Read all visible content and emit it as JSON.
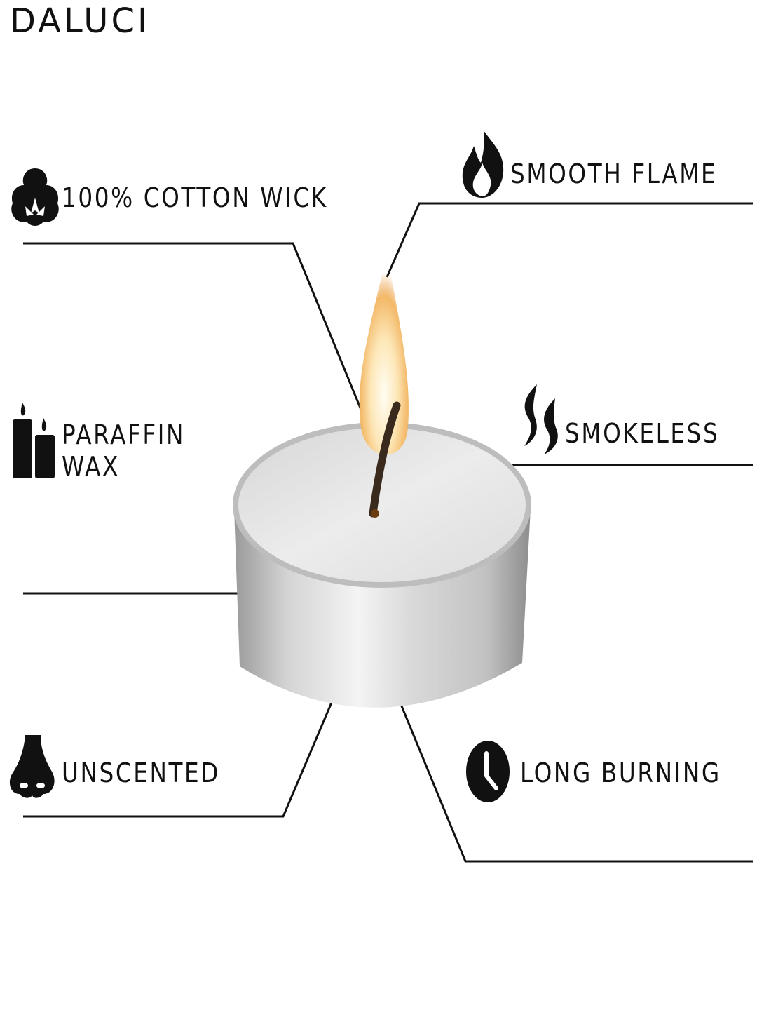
{
  "brand": {
    "logo_text": "DALUCI"
  },
  "features": {
    "cotton_wick": {
      "label": "100% COTTON WICK",
      "icon": "cotton-icon"
    },
    "smooth_flame": {
      "label": "SMOOTH FLAME",
      "icon": "flame-icon"
    },
    "paraffin_wax": {
      "label_line1": "PARAFFIN",
      "label_line2": "WAX",
      "icon": "candles-icon"
    },
    "smokeless": {
      "label": "SMOKELESS",
      "icon": "smoke-icon"
    },
    "unscented": {
      "label": "UNSCENTED",
      "icon": "nose-icon"
    },
    "long_burning": {
      "label": "LONG BURNING",
      "icon": "clock-icon"
    }
  },
  "colors": {
    "text": "#111111",
    "background": "#ffffff",
    "tin": "#c9c9c9",
    "flame": "#f6c980"
  }
}
